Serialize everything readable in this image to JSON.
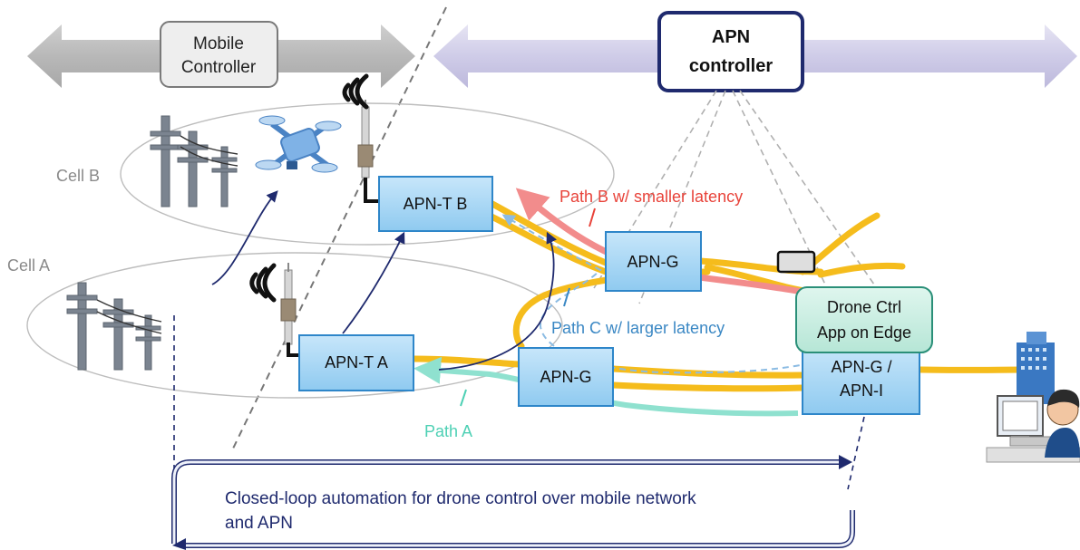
{
  "controllers": {
    "mobile": {
      "line1": "Mobile",
      "line2": "Controller"
    },
    "apn": {
      "line1": "APN",
      "line2": "controller"
    }
  },
  "cells": {
    "cell_b": "Cell B",
    "cell_a": "Cell A"
  },
  "nodes": {
    "apn_t_b": "APN-T B",
    "apn_t_a": "APN-T A",
    "apn_g_upper": "APN-G",
    "apn_g_lower": "APN-G",
    "apn_gi_line1": "APN-G /",
    "apn_gi_line2": "APN-I"
  },
  "edge_app": {
    "line1": "Drone Ctrl",
    "line2": "App on Edge"
  },
  "paths": {
    "path_b": "Path B w/ smaller latency",
    "path_c": "Path C w/ larger latency",
    "path_a": "Path A"
  },
  "automation": {
    "line1": "Closed-loop automation for drone control over mobile network",
    "line2": "and APN"
  },
  "colors": {
    "path_b": "#e8433a",
    "path_c": "#3b88c4",
    "path_a": "#4dd0b4",
    "fiber": "#f5bc1c",
    "node_fill": "#a9d8f5",
    "node_stroke": "#2e86c9",
    "apn_ctrl_stroke": "#1f2a6e",
    "loop_stroke": "#1f2a6e"
  }
}
